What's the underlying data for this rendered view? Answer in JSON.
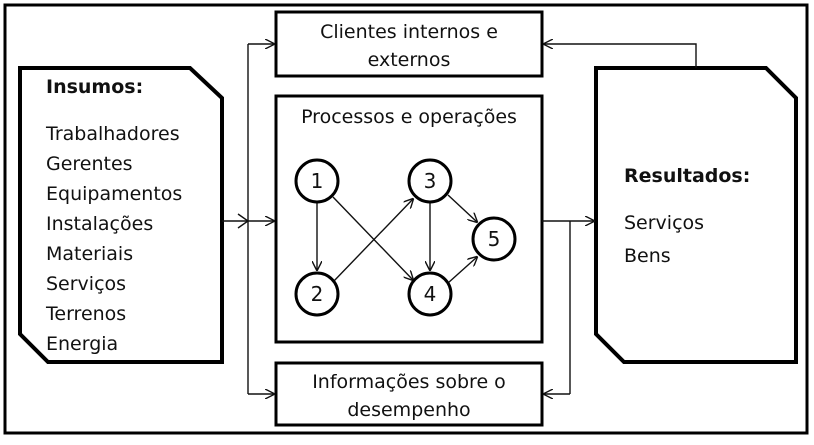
{
  "insumos": {
    "title": "Insumos:",
    "items": [
      "Trabalhadores",
      "Gerentes",
      "Equipamentos",
      "Instalações",
      "Materiais",
      "Serviços",
      "Terrenos",
      "Energia"
    ]
  },
  "clientes": {
    "line1": "Clientes internos e",
    "line2": "externos"
  },
  "processos": {
    "title": "Processos e operações",
    "nodes": [
      "1",
      "2",
      "3",
      "4",
      "5"
    ]
  },
  "informacoes": {
    "line1": "Informações sobre o",
    "line2": "desempenho"
  },
  "resultados": {
    "title": "Resultados:",
    "items": [
      "Serviços",
      "Bens"
    ]
  }
}
